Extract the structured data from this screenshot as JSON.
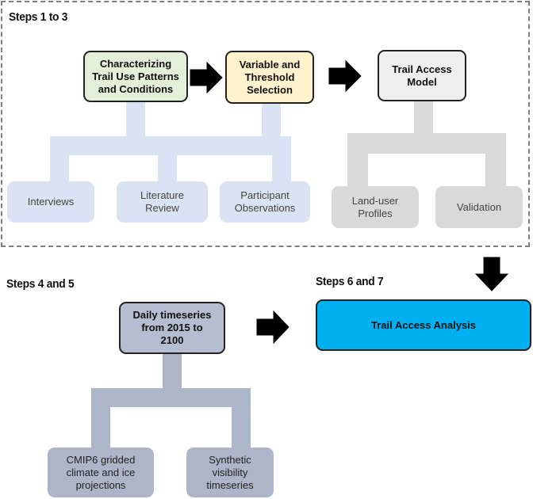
{
  "step_groups": {
    "group1_label": "Steps 1 to 3",
    "group2_label": "Steps 4 and 5",
    "group3_label": "Steps 6 and 7"
  },
  "nodes": {
    "characterizing": "Characterizing\nTrail Use Patterns\nand Conditions",
    "variable": "Variable and\nThreshold\nSelection",
    "model": "Trail Access\nModel",
    "interviews": "Interviews",
    "literature": "Literature\nReview",
    "participant": "Participant\nObservations",
    "landuser": "Land-user\nProfiles",
    "validation": "Validation",
    "daily": "Daily timeseries\nfrom 2015 to\n2100",
    "cmip6": "CMIP6 gridded\nclimate and ice\nprojections",
    "synthetic": "Synthetic\nvisibility\ntimeseries",
    "analysis": "Trail Access Analysis"
  },
  "colors": {
    "characterizing_fill": "#e2f0d9",
    "variable_fill": "#fff2cc",
    "model_fill": "#eeeeee",
    "daily_fill": "#b4bed0",
    "analysis_fill": "#00b0f0",
    "blue_tree": "#dae3f3",
    "gray_tree": "#d9d9d9",
    "slate_tree": "#acb6c8",
    "dashed_border": "#7f7f7f"
  }
}
